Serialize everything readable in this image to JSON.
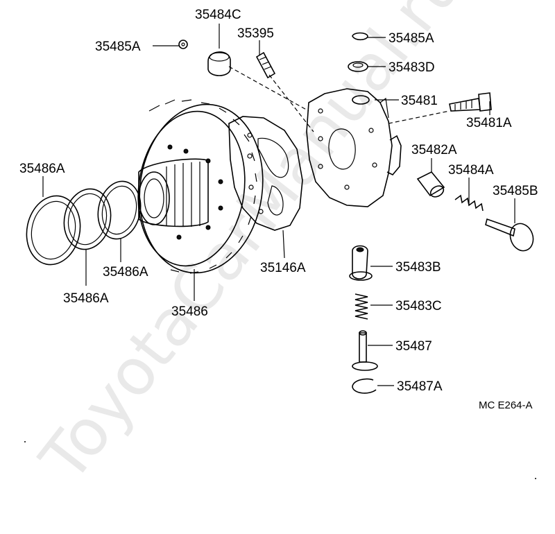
{
  "watermark": "ToyotaCarManual.ru",
  "figure_code": "MC  E264-A",
  "parts": {
    "p35484C": "35484C",
    "p35395": "35395",
    "p35485A_left": "35485A",
    "p35485A_right": "35485A",
    "p35483D": "35483D",
    "p35481": "35481",
    "p35481A": "35481A",
    "p35482A": "35482A",
    "p35484A": "35484A",
    "p35485B": "35485B",
    "p35486A_top": "35486A",
    "p35486A_mid": "35486A",
    "p35486A_bottom": "35486A",
    "p35486": "35486",
    "p35146A": "35146A",
    "p35483B": "35483B",
    "p35483C": "35483C",
    "p35487": "35487",
    "p35487A": "35487A"
  }
}
